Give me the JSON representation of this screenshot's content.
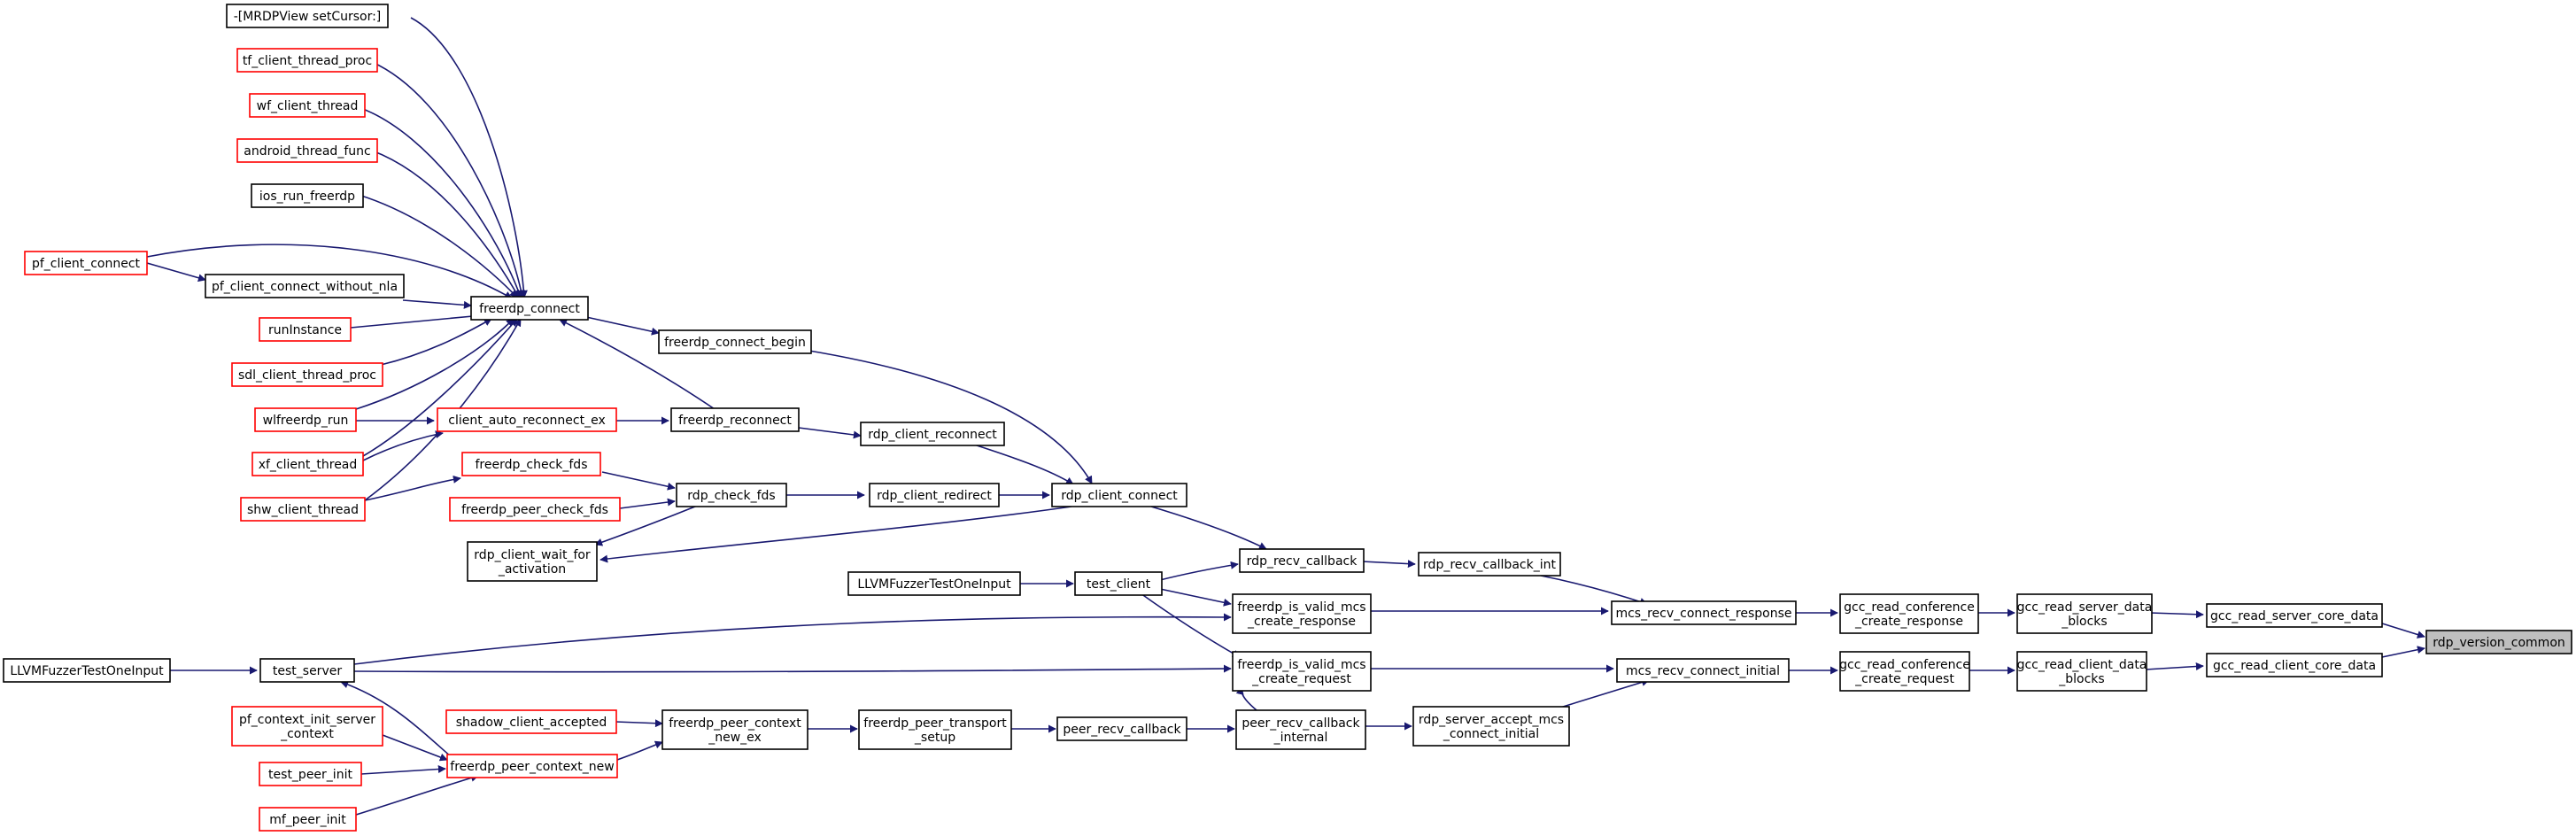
{
  "graph": {
    "nodes": {
      "mrdp_set_cursor": "-[MRDPView setCursor:]",
      "tf_client_thread_proc": "tf_client_thread_proc",
      "wf_client_thread": "wf_client_thread",
      "android_thread_func": "android_thread_func",
      "ios_run_freerdp": "ios_run_freerdp",
      "pf_client_connect": "pf_client_connect",
      "pf_client_connect_without_nla": "pf_client_connect_without_nla",
      "freerdp_connect": "freerdp_connect",
      "run_instance": "runInstance",
      "sdl_client_thread_proc": "sdl_client_thread_proc",
      "freerdp_connect_begin": "freerdp_connect_begin",
      "wlfreerdp_run": "wlfreerdp_run",
      "client_auto_reconnect_ex": "client_auto_reconnect_ex",
      "freerdp_reconnect": "freerdp_reconnect",
      "rdp_client_reconnect": "rdp_client_reconnect",
      "xf_client_thread": "xf_client_thread",
      "freerdp_check_fds": "freerdp_check_fds",
      "rdp_check_fds": "rdp_check_fds",
      "rdp_client_redirect": "rdp_client_redirect",
      "rdp_client_connect": "rdp_client_connect",
      "shw_client_thread": "shw_client_thread",
      "freerdp_peer_check_fds": "freerdp_peer_check_fds",
      "rdp_client_wait_for_activation": [
        "rdp_client_wait_for",
        "_activation"
      ],
      "rdp_recv_callback": "rdp_recv_callback",
      "rdp_recv_callback_int": "rdp_recv_callback_int",
      "llvm_fuzzer_1": "LLVMFuzzerTestOneInput",
      "test_client": "test_client",
      "freerdp_is_valid_mcs_create_response": [
        "freerdp_is_valid_mcs",
        "_create_response"
      ],
      "mcs_recv_connect_response": "mcs_recv_connect_response",
      "gcc_read_conference_create_response": [
        "gcc_read_conference",
        "_create_response"
      ],
      "gcc_read_server_data_blocks": [
        "gcc_read_server_data",
        "_blocks"
      ],
      "gcc_read_server_core_data": "gcc_read_server_core_data",
      "rdp_version_common": "rdp_version_common",
      "llvm_fuzzer_2": "LLVMFuzzerTestOneInput",
      "test_server": "test_server",
      "freerdp_is_valid_mcs_create_request": [
        "freerdp_is_valid_mcs",
        "_create_request"
      ],
      "mcs_recv_connect_initial": "mcs_recv_connect_initial",
      "gcc_read_conference_create_request": [
        "gcc_read_conference",
        "_create_request"
      ],
      "gcc_read_client_data_blocks": [
        "gcc_read_client_data",
        "_blocks"
      ],
      "gcc_read_client_core_data": "gcc_read_client_core_data",
      "pf_context_init_server_context": [
        "pf_context_init_server",
        "_context"
      ],
      "shadow_client_accepted": "shadow_client_accepted",
      "freerdp_peer_context_new_ex": [
        "freerdp_peer_context",
        "_new_ex"
      ],
      "freerdp_peer_transport_setup": [
        "freerdp_peer_transport",
        "_setup"
      ],
      "peer_recv_callback": "peer_recv_callback",
      "peer_recv_callback_internal": [
        "peer_recv_callback",
        "_internal"
      ],
      "rdp_server_accept_mcs_connect_initial": [
        "rdp_server_accept_mcs",
        "_connect_initial"
      ],
      "test_peer_init": "test_peer_init",
      "freerdp_peer_context_new": "freerdp_peer_context_new",
      "mf_peer_init": "mf_peer_init"
    },
    "colors": {
      "edge": "#191970",
      "border_normal": "#000000",
      "border_undocumented": "#ff0000",
      "root_fill": "#bfbfbf"
    }
  }
}
